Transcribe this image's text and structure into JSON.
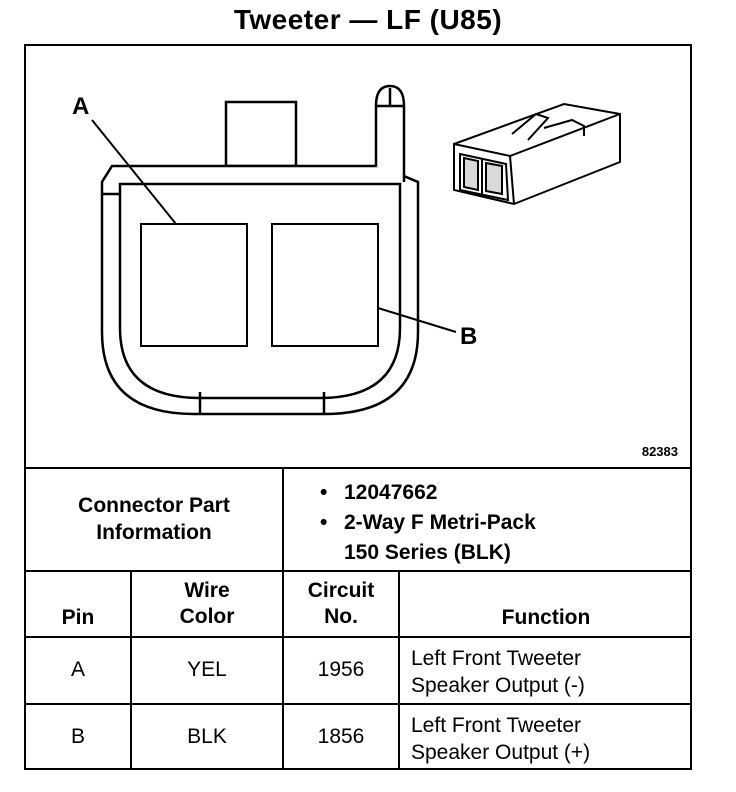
{
  "title": "Tweeter — LF (U85)",
  "figure_id": "82383",
  "labels": {
    "a": "A",
    "b": "B"
  },
  "connector": {
    "header": "Connector Part Information",
    "info": [
      "12047662",
      "2-Way F Metri-Pack",
      "150 Series (BLK)"
    ]
  },
  "table": {
    "headers": {
      "pin": "Pin",
      "wire_color": "Wire Color",
      "circuit": "Circuit No.",
      "function": "Function"
    },
    "rows": [
      {
        "pin": "A",
        "color": "YEL",
        "circuit": "1956",
        "function_line1": "Left Front Tweeter",
        "function_line2": "Speaker Output (-)"
      },
      {
        "pin": "B",
        "color": "BLK",
        "circuit": "1856",
        "function_line1": "Left Front Tweeter",
        "function_line2": "Speaker Output (+)"
      }
    ]
  }
}
